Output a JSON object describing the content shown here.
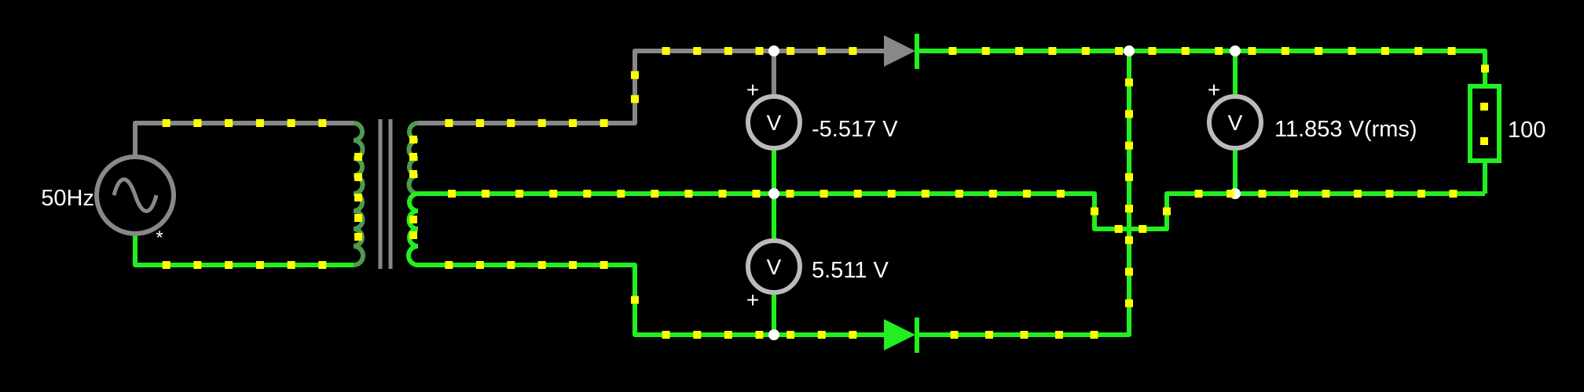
{
  "colors": {
    "background": "#000000",
    "wire_live": "#22ee22",
    "wire_dim": "#888888",
    "current_dot": "#ffff00",
    "meter": "#bbbbbb",
    "text": "#ffffff"
  },
  "source": {
    "label": "50Hz",
    "marker": "*",
    "icon": "sine-wave-icon"
  },
  "voltmeters": [
    {
      "symbol": "V",
      "polarity": "+",
      "reading": "-5.517 V"
    },
    {
      "symbol": "V",
      "polarity": "+",
      "reading": "5.511 V"
    },
    {
      "symbol": "V",
      "polarity": "+",
      "reading": "11.853 V(rms)"
    }
  ],
  "resistor": {
    "label": "100"
  },
  "diodes": [
    {
      "name": "diode-top",
      "state": "off"
    },
    {
      "name": "diode-bottom",
      "state": "on"
    }
  ],
  "transformer": {
    "name": "center-tapped-transformer"
  }
}
